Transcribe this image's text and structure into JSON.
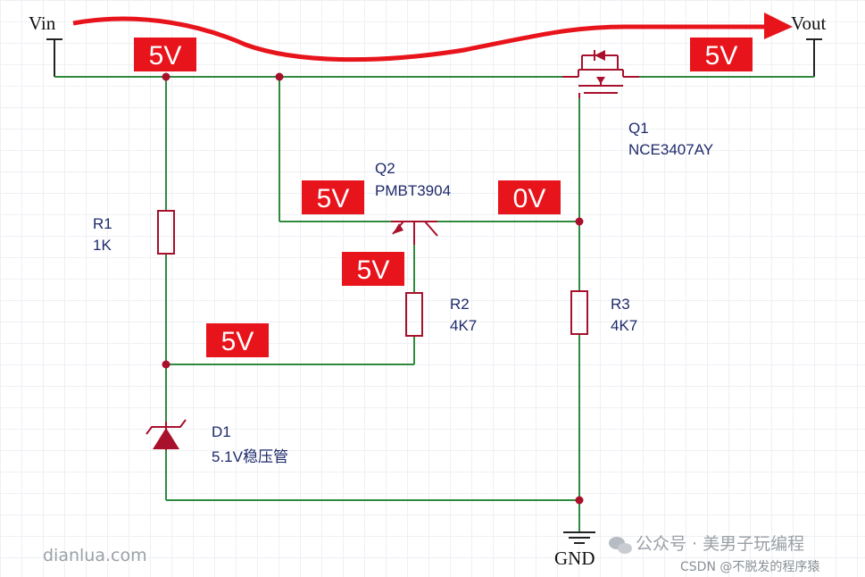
{
  "nets": {
    "vin": "Vin",
    "vout": "Vout",
    "gnd": "GND"
  },
  "components": {
    "r1": {
      "ref": "R1",
      "value": "1K"
    },
    "r2": {
      "ref": "R2",
      "value": "4K7"
    },
    "r3": {
      "ref": "R3",
      "value": "4K7"
    },
    "d1": {
      "ref": "D1",
      "value": "5.1V稳压管"
    },
    "q1": {
      "ref": "Q1",
      "value": "NCE3407AY"
    },
    "q2": {
      "ref": "Q2",
      "value": "PMBT3904"
    }
  },
  "voltage_tags": {
    "vin": "5V",
    "vout": "5V",
    "q2_collector": "5V",
    "q1_gate": "0V",
    "q2_emitter": "5V",
    "zener_node": "5V"
  },
  "watermarks": {
    "left": "dianlua.com",
    "right": "公众号 · 美男子玩编程",
    "csdn": "CSDN @不脱发的程序猿"
  },
  "colors": {
    "wire": "#2e8b3e",
    "component": "#a8102b",
    "tag": "#e8141c",
    "label": "#1f2a6b"
  }
}
